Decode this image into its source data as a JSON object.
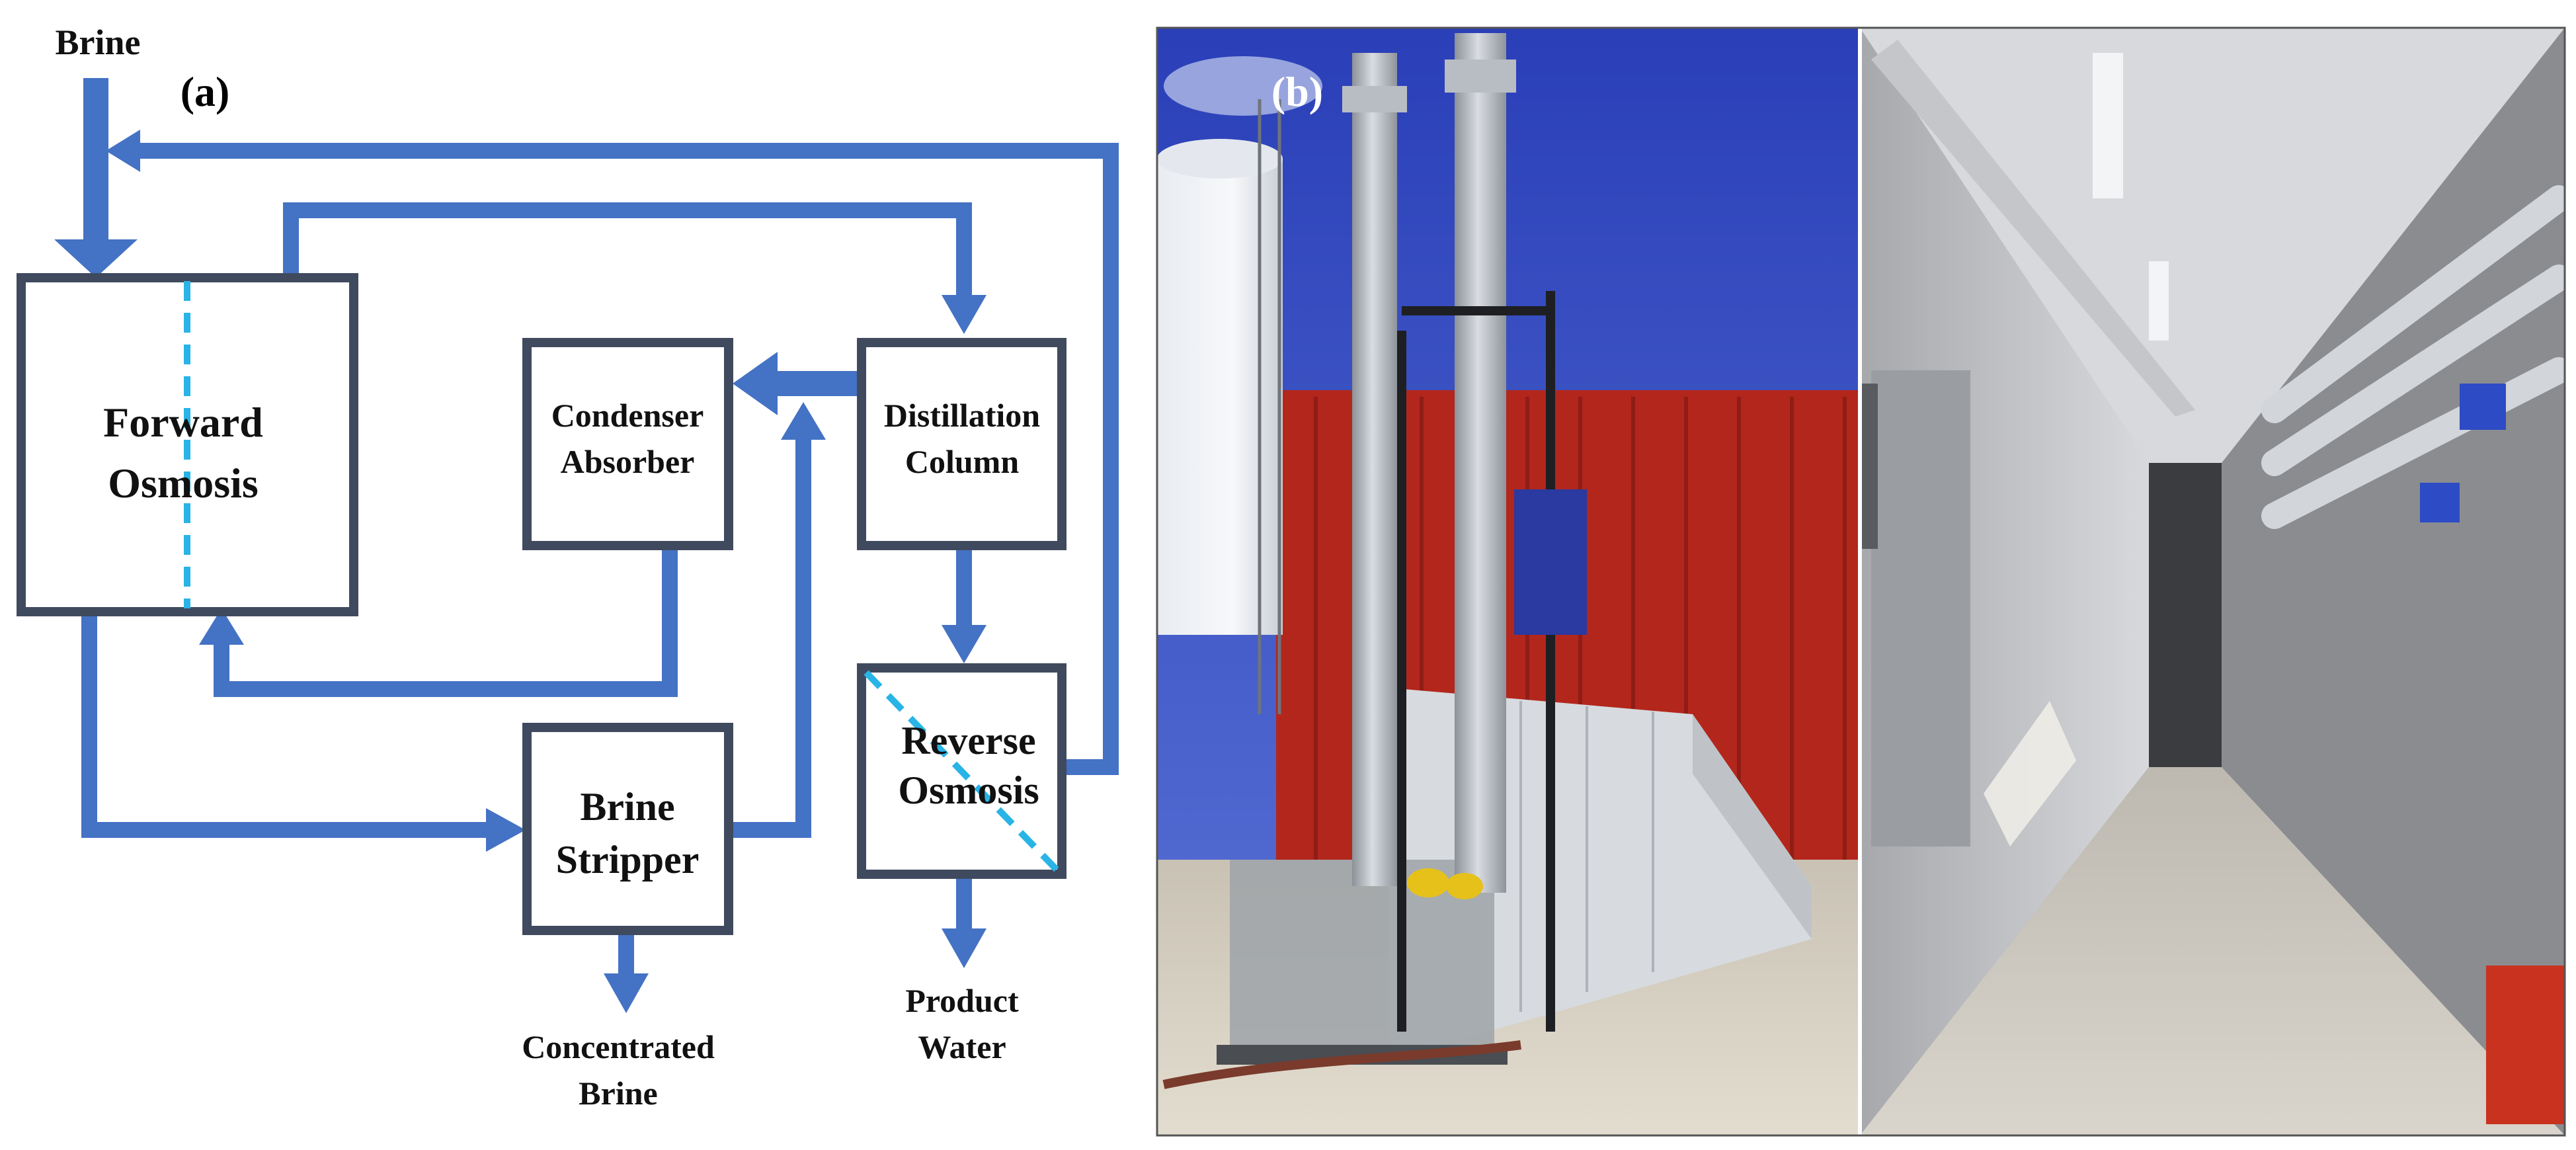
{
  "panel_a": {
    "label": "(a)",
    "inputs": {
      "brine_in": "Brine"
    },
    "nodes": {
      "forward_osmosis": [
        "Forward",
        "Osmosis"
      ],
      "condenser_absorber": [
        "Condenser",
        "Absorber"
      ],
      "distillation_column": [
        "Distillation",
        "Column"
      ],
      "brine_stripper": [
        "Brine",
        "Stripper"
      ],
      "reverse_osmosis": [
        "Reverse",
        "Osmosis"
      ]
    },
    "outputs": {
      "concentrated_brine": [
        "Concentrated",
        "Brine"
      ],
      "product_water": [
        "Product",
        "Water"
      ]
    }
  },
  "panel_b": {
    "label": "(b)"
  },
  "colors": {
    "flow_arrow": "#4472c4",
    "box_border": "#3f4a5e",
    "membrane_dash": "#28b4e6"
  }
}
